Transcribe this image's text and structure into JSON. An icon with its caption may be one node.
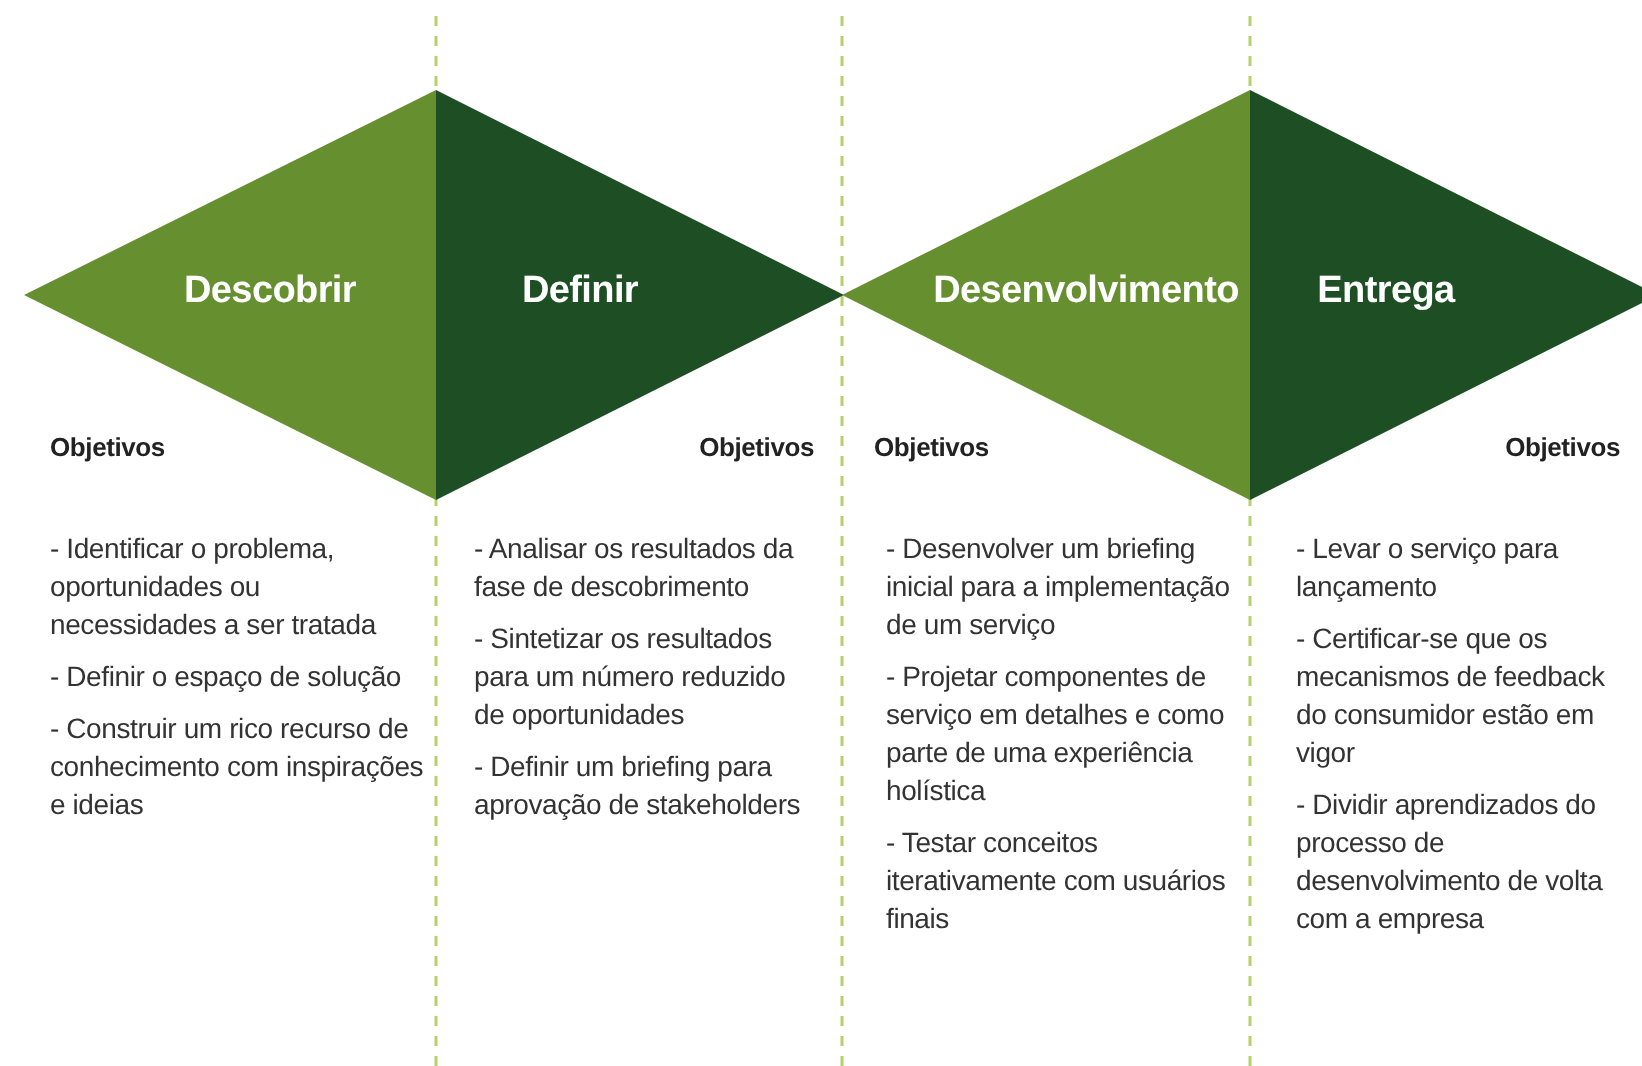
{
  "diagram": {
    "nodes": [
      {
        "text": [
          "Descobrir"
        ]
      },
      {
        "text": [
          "Definir"
        ]
      },
      {
        "text": [
          "Desenvolvimento"
        ]
      },
      {
        "text": [
          "Entrega"
        ]
      }
    ],
    "labels": [
      "Objetivos",
      "Objetivos",
      "Objetivos",
      "Objetivos",
      "- Identificar o problema, oportunidades ou necessidades a ser tratada",
      "- Definir o espaço de solução",
      "- Construir um rico recurso de conhecimento com inspirações e ideias",
      "- Analisar os resultados da fase de descobrimento",
      "- Sintetizar os resultados para um número reduzido de oportunidades",
      "- Definir um briefing para aprovação de stakeholders",
      "- Desenvolver um briefing inicial para a implementação de um serviço",
      "- Projetar componentes de serviço em detalhes e como parte de uma experiência holística",
      "- Testar conceitos iterativamente com usuários finais",
      "- Levar o serviço para lançamento",
      "- Certificar-se que os mecanismos de feedback do consumidor estão em vigor",
      "- Dividir aprendizados do processo de desenvolvimento de volta com a empresa"
    ]
  }
}
